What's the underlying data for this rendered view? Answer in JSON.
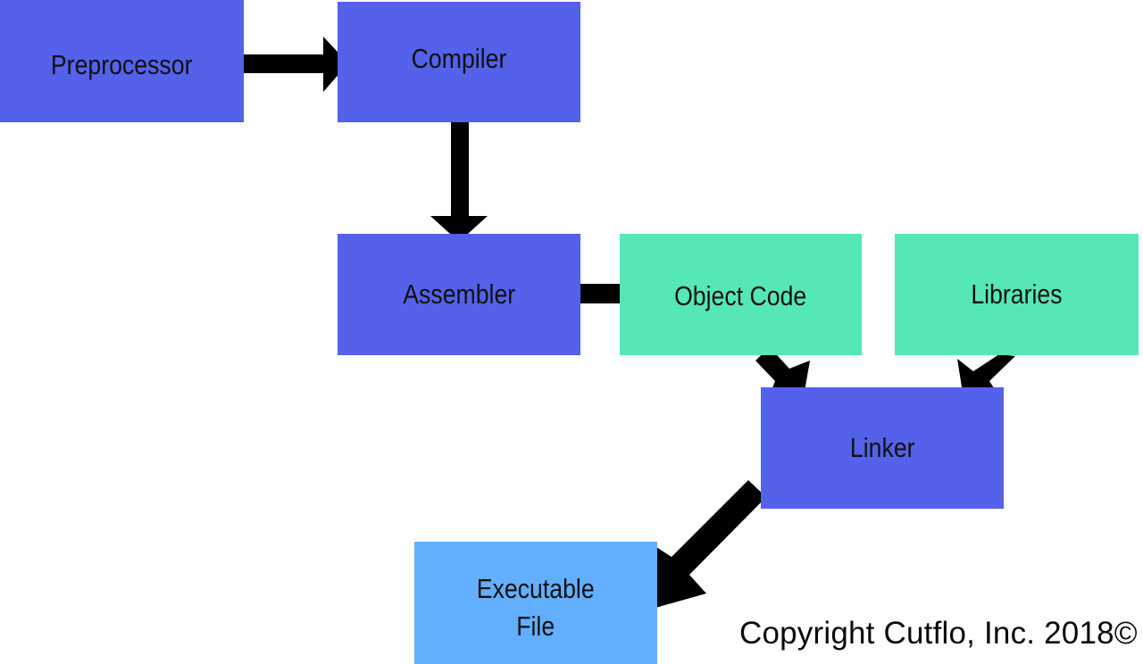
{
  "colors": {
    "process": "#5461EA",
    "object": "#55E8B6",
    "output": "#62AFFF",
    "arrow": "#000000"
  },
  "nodes": {
    "preprocessor": "Preprocessor",
    "compiler": "Compiler",
    "assembler": "Assembler",
    "object_code": "Object Code",
    "libraries": "Libraries",
    "linker": "Linker",
    "executable_line1": "Executable",
    "executable_line2": "File"
  },
  "edges": [
    {
      "from": "Preprocessor",
      "to": "Compiler"
    },
    {
      "from": "Compiler",
      "to": "Assembler"
    },
    {
      "from": "Assembler",
      "to": "Object Code"
    },
    {
      "from": "Object Code",
      "to": "Linker"
    },
    {
      "from": "Libraries",
      "to": "Linker"
    },
    {
      "from": "Linker",
      "to": "Executable File"
    }
  ],
  "copyright": "Copyright Cutflo, Inc. 2018©"
}
